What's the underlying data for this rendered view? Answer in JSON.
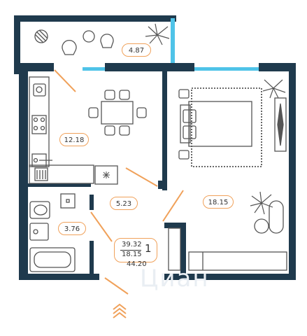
{
  "rooms": {
    "balcony": "4.87",
    "kitchen": "12.18",
    "hall": "5.23",
    "bath": "3.76",
    "bedroom": "18.15"
  },
  "summary": {
    "total_area": "39.32",
    "living_area": "18.15",
    "room_count": "1",
    "gross_area": "44.20"
  },
  "watermark": "Циан",
  "colors": {
    "wall": "#1f3a4d",
    "accent": "#f0a15a",
    "window": "#4fc3e8",
    "furniture": "#555555"
  },
  "icons": {
    "compass": "north-chevron-icon"
  }
}
